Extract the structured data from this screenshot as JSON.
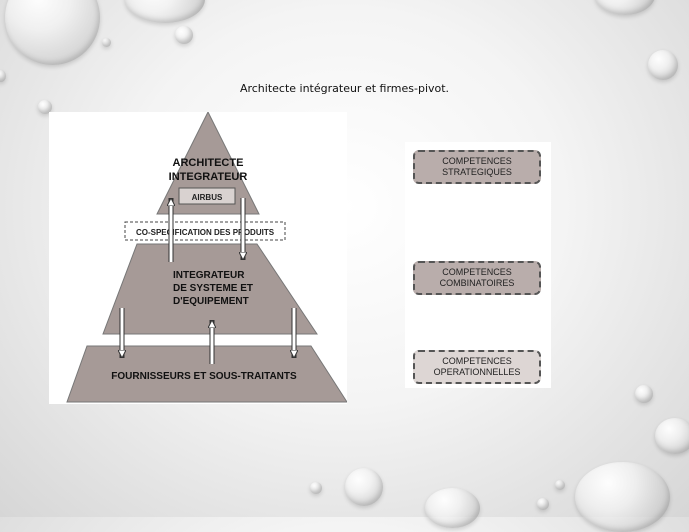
{
  "slide": {
    "title": "Architecte intégrateur et firmes-pivot."
  },
  "pyramid": {
    "top_title_line1": "ARCHITECTE",
    "top_title_line2": "INTEGRATEUR",
    "top_box": "AIRBUS",
    "band_label": "CO-SPECIFICATION DES PRODUITS",
    "middle_line1": "INTEGRATEUR",
    "middle_line2": "DE SYSTEME ET",
    "middle_line3": "D'EQUIPEMENT",
    "base_label": "FOURNISSEURS ET SOUS-TRAITANTS"
  },
  "competences": [
    {
      "line1": "COMPETENCES",
      "line2": "STRATEGIQUES"
    },
    {
      "line1": "COMPETENCES",
      "line2": "COMBINATOIRES"
    },
    {
      "line1": "COMPETENCES",
      "line2": "OPERATIONNELLES"
    }
  ],
  "colors": {
    "tier": "#a69a97",
    "tier_dark": "#8f8381",
    "box": "#b9adab"
  }
}
